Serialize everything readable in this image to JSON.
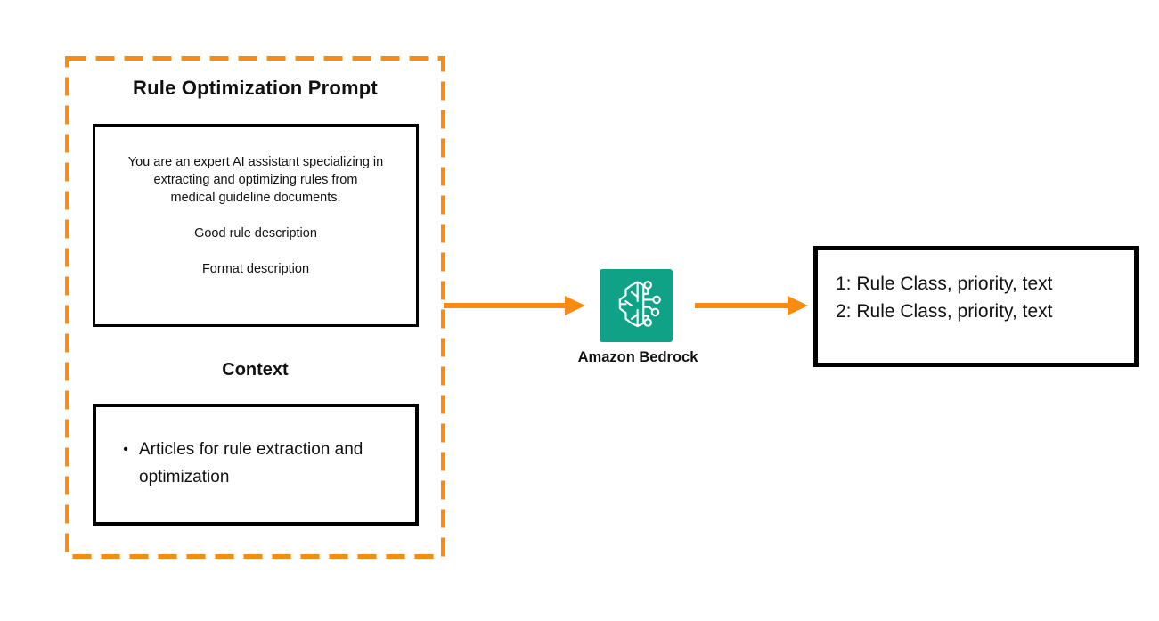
{
  "colors": {
    "accent_orange": "#F98C10",
    "bedrock_teal": "#10A287",
    "box_border": "#000000",
    "text": "#111111",
    "background": "#FFFFFF"
  },
  "prompt_group": {
    "title": "Rule Optimization Prompt",
    "system_prompt_box": {
      "paragraph_lines": [
        "You are an expert AI assistant specializing in",
        "extracting and optimizing rules from",
        "medical guideline documents."
      ],
      "good_rule_line": "Good rule description",
      "format_line": "Format description"
    },
    "context_title": "Context",
    "context_box": {
      "bullet_glyph": "•",
      "bullet_items": [
        "Articles for rule extraction and optimization"
      ]
    }
  },
  "bedrock": {
    "label": "Amazon Bedrock",
    "icon": "bedrock-brain-circuit-icon"
  },
  "output_box": {
    "lines": [
      "1: Rule Class, priority, text",
      "2: Rule Class, priority, text"
    ]
  },
  "arrows": [
    {
      "name": "prompt-to-bedrock"
    },
    {
      "name": "bedrock-to-output"
    }
  ]
}
